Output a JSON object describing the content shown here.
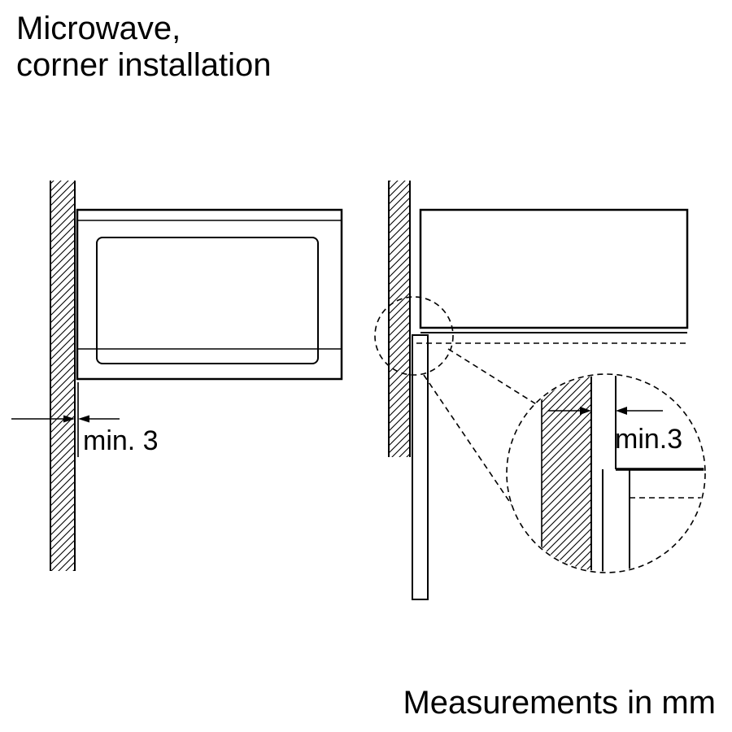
{
  "title": {
    "line1": "Microwave,",
    "line2": "corner installation"
  },
  "labels": {
    "front_gap": "min. 3",
    "detail_gap": "min.3"
  },
  "footer": {
    "note": "Measurements in mm"
  },
  "colors": {
    "line": "#000000",
    "background": "#ffffff"
  }
}
